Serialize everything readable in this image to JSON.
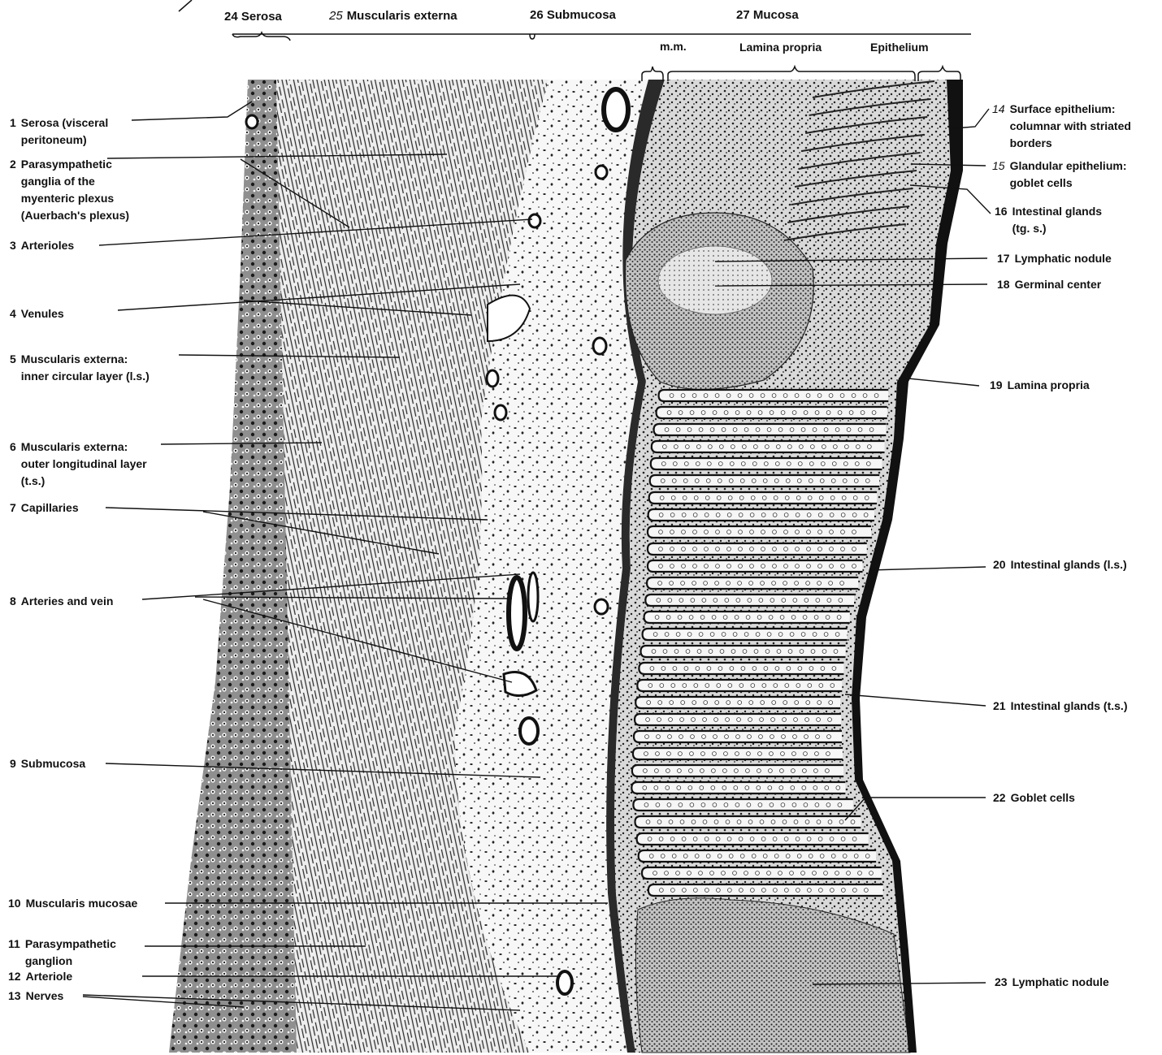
{
  "regions": {
    "serosa": {
      "num": "24",
      "text": "Serosa"
    },
    "muscularis": {
      "num": "25",
      "text": "Muscularis externa"
    },
    "submucosa": {
      "num": "26",
      "text": "Submucosa"
    },
    "mucosa": {
      "num": "27",
      "text": "Mucosa"
    }
  },
  "subregions": {
    "mm": "m.m.",
    "lamina": "Lamina propria",
    "epithelium": "Epithelium"
  },
  "left_labels": [
    {
      "num": "1",
      "text": "Serosa (visceral\nperitoneum)"
    },
    {
      "num": "2",
      "text": "Parasympathetic\nganglia of the\nmyenteric plexus\n(Auerbach's plexus)"
    },
    {
      "num": "3",
      "text": "Arterioles"
    },
    {
      "num": "4",
      "text": "Venules"
    },
    {
      "num": "5",
      "text": "Muscularis externa:\ninner circular layer (l.s.)"
    },
    {
      "num": "6",
      "text": "Muscularis externa:\nouter longitudinal layer\n(t.s.)"
    },
    {
      "num": "7",
      "text": "Capillaries"
    },
    {
      "num": "8",
      "text": "Arteries and vein"
    },
    {
      "num": "9",
      "text": "Submucosa"
    },
    {
      "num": "10",
      "text": "Muscularis mucosae"
    },
    {
      "num": "11",
      "text": "Parasympathetic\nganglion"
    },
    {
      "num": "12",
      "text": "Arteriole"
    },
    {
      "num": "13",
      "text": "Nerves"
    }
  ],
  "right_labels": [
    {
      "num": "14",
      "text": "Surface epithelium:\ncolumnar with striated\nborders"
    },
    {
      "num": "15",
      "text": "Glandular epithelium:\ngoblet cells"
    },
    {
      "num": "16",
      "text": "Intestinal glands\n(tg. s.)"
    },
    {
      "num": "17",
      "text": "Lymphatic nodule"
    },
    {
      "num": "18",
      "text": "Germinal center"
    },
    {
      "num": "19",
      "text": "Lamina propria"
    },
    {
      "num": "20",
      "text": "Intestinal glands (l.s.)"
    },
    {
      "num": "21",
      "text": "Intestinal glands (t.s.)"
    },
    {
      "num": "22",
      "text": "Goblet cells"
    },
    {
      "num": "23",
      "text": "Lymphatic nodule"
    }
  ],
  "colors": {
    "ink": "#111111",
    "tissue_light": "#f2f2f2",
    "tissue_mid": "#bdbdbd",
    "tissue_dark": "#1a1a1a",
    "background": "#ffffff"
  }
}
